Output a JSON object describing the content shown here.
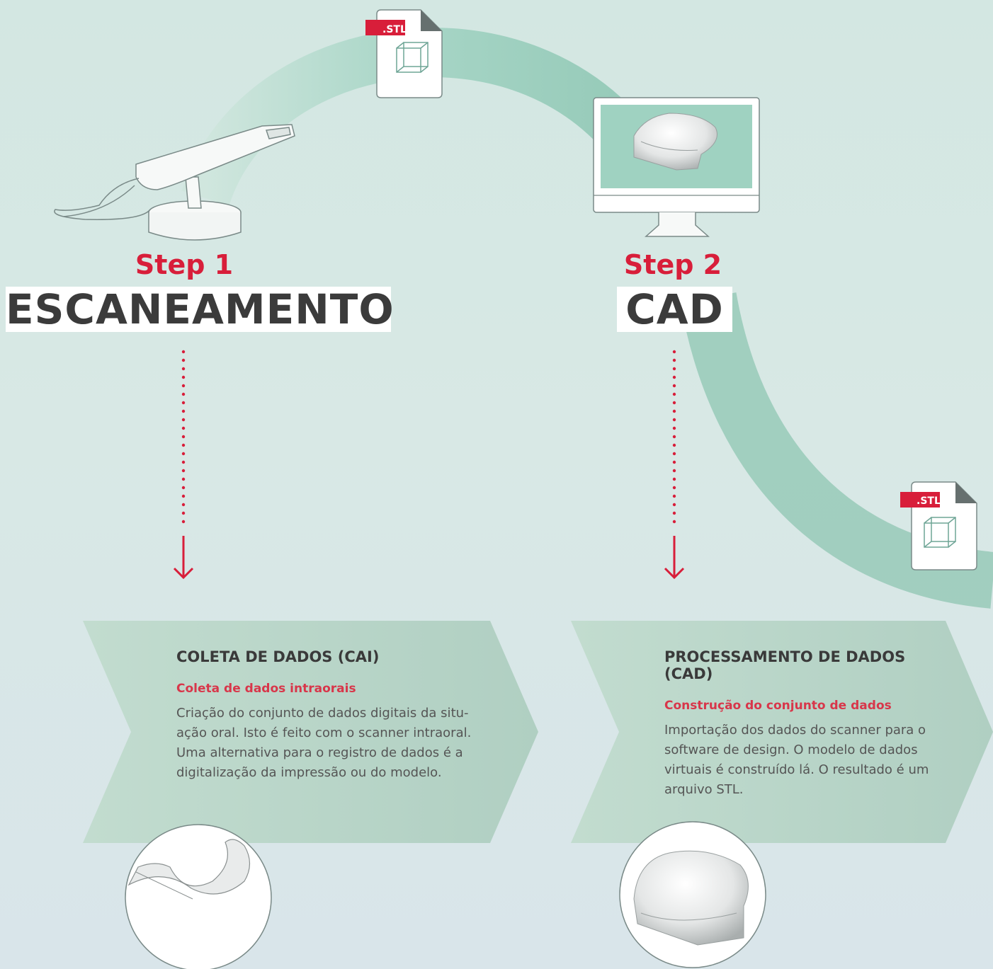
{
  "colors": {
    "accent": "#d81e3a",
    "arc": "#8fc9b8",
    "chevron": "#b2d1c3",
    "text": "#3b3b3b"
  },
  "file_badges": [
    ".STL",
    ".STL"
  ],
  "steps": [
    {
      "label": "Step 1",
      "title": "ESCANEAMENTO",
      "icon": "intraoral-scanner-icon",
      "card": {
        "heading": "COLETA DE DADOS (CAI)",
        "subheading": "Coleta de dados intraorais",
        "body": "Criação do conjunto de dados digitais da situ-\nação oral. Isto é feito com o scanner intraoral.\nUma alternativa para o registro de dados é a\ndigitalização da impressão ou do modelo."
      },
      "image_icon": "scanned-dental-arch-image"
    },
    {
      "label": "Step 2",
      "title": "CAD",
      "icon": "computer-monitor-icon",
      "card": {
        "heading": "PROCESSAMENTO DE DADOS\n(CAD)",
        "subheading": "Construção do conjunto de dados",
        "body": "Importação dos dados do scanner para o\nsoftware de design. O modelo de dados\nvirtuais é construído lá. O resultado é um\narquivo STL."
      },
      "image_icon": "dental-model-image"
    }
  ]
}
